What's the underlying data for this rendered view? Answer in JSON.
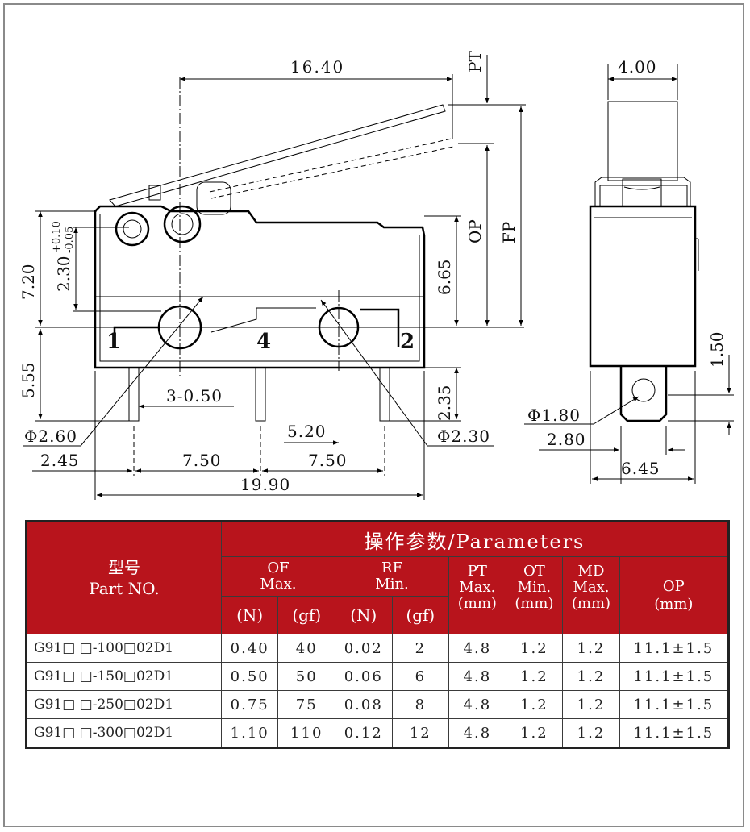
{
  "drawing": {
    "dims": {
      "d_16_40": "16.40",
      "d_4_00": "4.00",
      "d_pt": "PT",
      "d_op": "OP",
      "d_fp": "FP",
      "d_7_20": "7.20",
      "d_2_30_tol_base": "2.30",
      "d_2_30_tol_plus": "+0.10",
      "d_2_30_tol_minus": "-0.05",
      "d_6_65": "6.65",
      "d_5_55": "5.55",
      "d_3_0_50": "3-0.50",
      "d_2_35": "2.35",
      "d_phi_2_60": "Φ2.60",
      "d_phi_2_30": "Φ2.30",
      "d_5_20": "5.20",
      "d_2_45": "2.45",
      "d_7_50_a": "7.50",
      "d_7_50_b": "7.50",
      "d_19_90": "19.90",
      "d_1_50": "1.50",
      "d_phi_1_80": "Φ1.80",
      "d_2_80": "2.80",
      "d_6_45": "6.45"
    },
    "terminals": {
      "t1": "1",
      "t4": "4",
      "t2": "2"
    }
  },
  "table": {
    "header": {
      "parameters": "操作参数/Parameters",
      "part_cn": "型号",
      "part_en": "Part NO.",
      "of_line1": "OF",
      "of_line2": "Max.",
      "rf_line1": "RF",
      "rf_line2": "Min.",
      "pt_line1": "PT",
      "pt_line2": "Max.",
      "pt_unit": "(mm)",
      "ot_line1": "OT",
      "ot_line2": "Min.",
      "ot_unit": "(mm)",
      "md_line1": "MD",
      "md_line2": "Max.",
      "md_unit": "(mm)",
      "op_line1": "OP",
      "op_unit": "(mm)",
      "unit_n_1": "(N)",
      "unit_gf_1": "(gf)",
      "unit_n_2": "(N)",
      "unit_gf_2": "(gf)"
    },
    "rows": [
      {
        "part": "G91□ □-100□02D1",
        "of_n": "0.40",
        "of_gf": "40",
        "rf_n": "0.02",
        "rf_gf": "2",
        "pt": "4.8",
        "ot": "1.2",
        "md": "1.2",
        "op": "11.1±1.5"
      },
      {
        "part": "G91□ □-150□02D1",
        "of_n": "0.50",
        "of_gf": "50",
        "rf_n": "0.06",
        "rf_gf": "6",
        "pt": "4.8",
        "ot": "1.2",
        "md": "1.2",
        "op": "11.1±1.5"
      },
      {
        "part": "G91□ □-250□02D1",
        "of_n": "0.75",
        "of_gf": "75",
        "rf_n": "0.08",
        "rf_gf": "8",
        "pt": "4.8",
        "ot": "1.2",
        "md": "1.2",
        "op": "11.1±1.5"
      },
      {
        "part": "G91□ □-300□02D1",
        "of_n": "1.10",
        "of_gf": "110",
        "rf_n": "0.12",
        "rf_gf": "12",
        "pt": "4.8",
        "ot": "1.2",
        "md": "1.2",
        "op": "11.1±1.5"
      }
    ]
  },
  "colors": {
    "header_bg": "#b8141c",
    "frame": "#8a8a8a"
  }
}
